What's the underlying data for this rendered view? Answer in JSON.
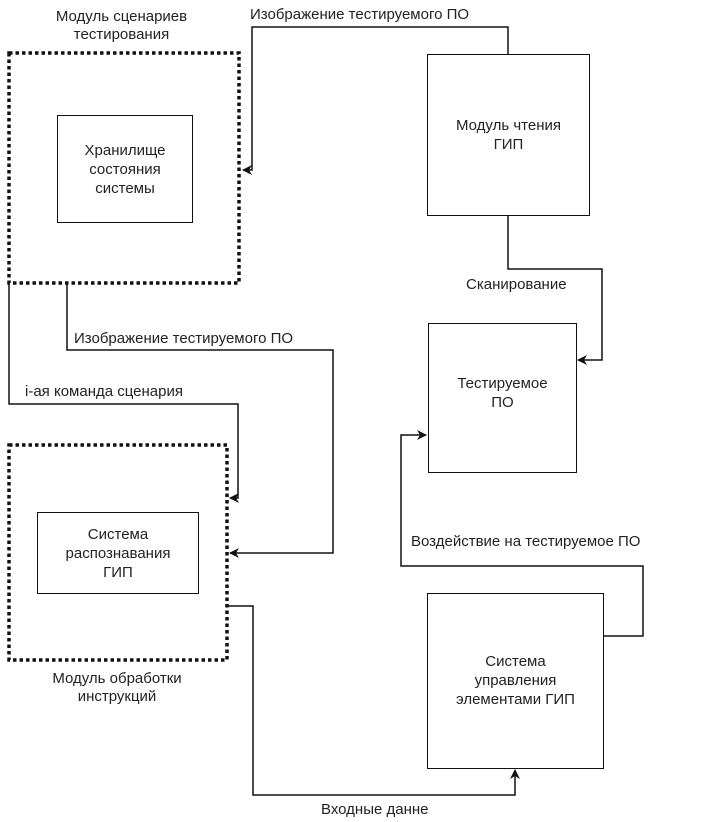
{
  "groups": {
    "scenario_module": {
      "title_line1": "Модуль сценариев",
      "title_line2": "тестирования",
      "inner": {
        "line1": "Хранилище",
        "line2": "состояния",
        "line3": "системы"
      }
    },
    "instruction_module": {
      "title_line1": "Модуль обработки",
      "title_line2": "инструкций",
      "inner": {
        "line1": "Система",
        "line2": "распознавания",
        "line3": "ГИП"
      }
    }
  },
  "blocks": {
    "gui_reader": {
      "line1": "Модуль чтения",
      "line2": "ГИП"
    },
    "tested_software": {
      "line1": "Тестируемое",
      "line2": "ПО"
    },
    "gui_control": {
      "line1": "Система",
      "line2": "управления",
      "line3": "элементами ГИП"
    }
  },
  "edges": {
    "reader_to_scenario": "Изображение тестируемого ПО",
    "scenario_to_recognition_image": "Изображение тестируемого ПО",
    "scenario_command": "i-ая команда сценария",
    "scanning": "Сканирование",
    "control_to_tested": "Воздействие на тестируемое ПО",
    "input_data": "Входные данне"
  }
}
